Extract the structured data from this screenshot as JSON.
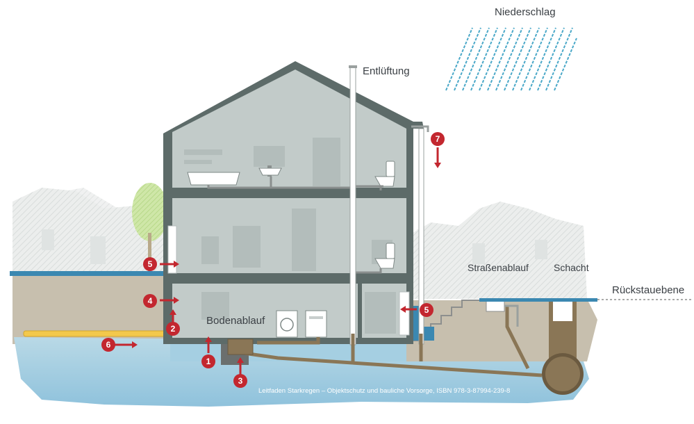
{
  "labels": {
    "precipitation": "Niederschlag",
    "vent": "Entlüftung",
    "street_drain": "Straßenablauf",
    "manhole": "Schacht",
    "backflow_level": "Rückstauebene",
    "floor_drain": "Bodenablauf"
  },
  "markers": {
    "m1": "1",
    "m2": "2",
    "m3": "3",
    "m4": "4",
    "m5_left": "5",
    "m5_right": "5",
    "m6": "6",
    "m7": "7"
  },
  "credit": "Leitfaden Starkregen – Objektschutz und bauliche Vorsorge, ISBN 978-3-87994-239-8",
  "colors": {
    "house": "#5d6b69",
    "room": "#c2cbc9",
    "groundwater": "#a5cfe2",
    "soil": "#c7bfae",
    "pipe": "#8a7656",
    "marker": "#c3272f",
    "rain": "#4aa8c8",
    "street_water": "#3b88b1"
  }
}
